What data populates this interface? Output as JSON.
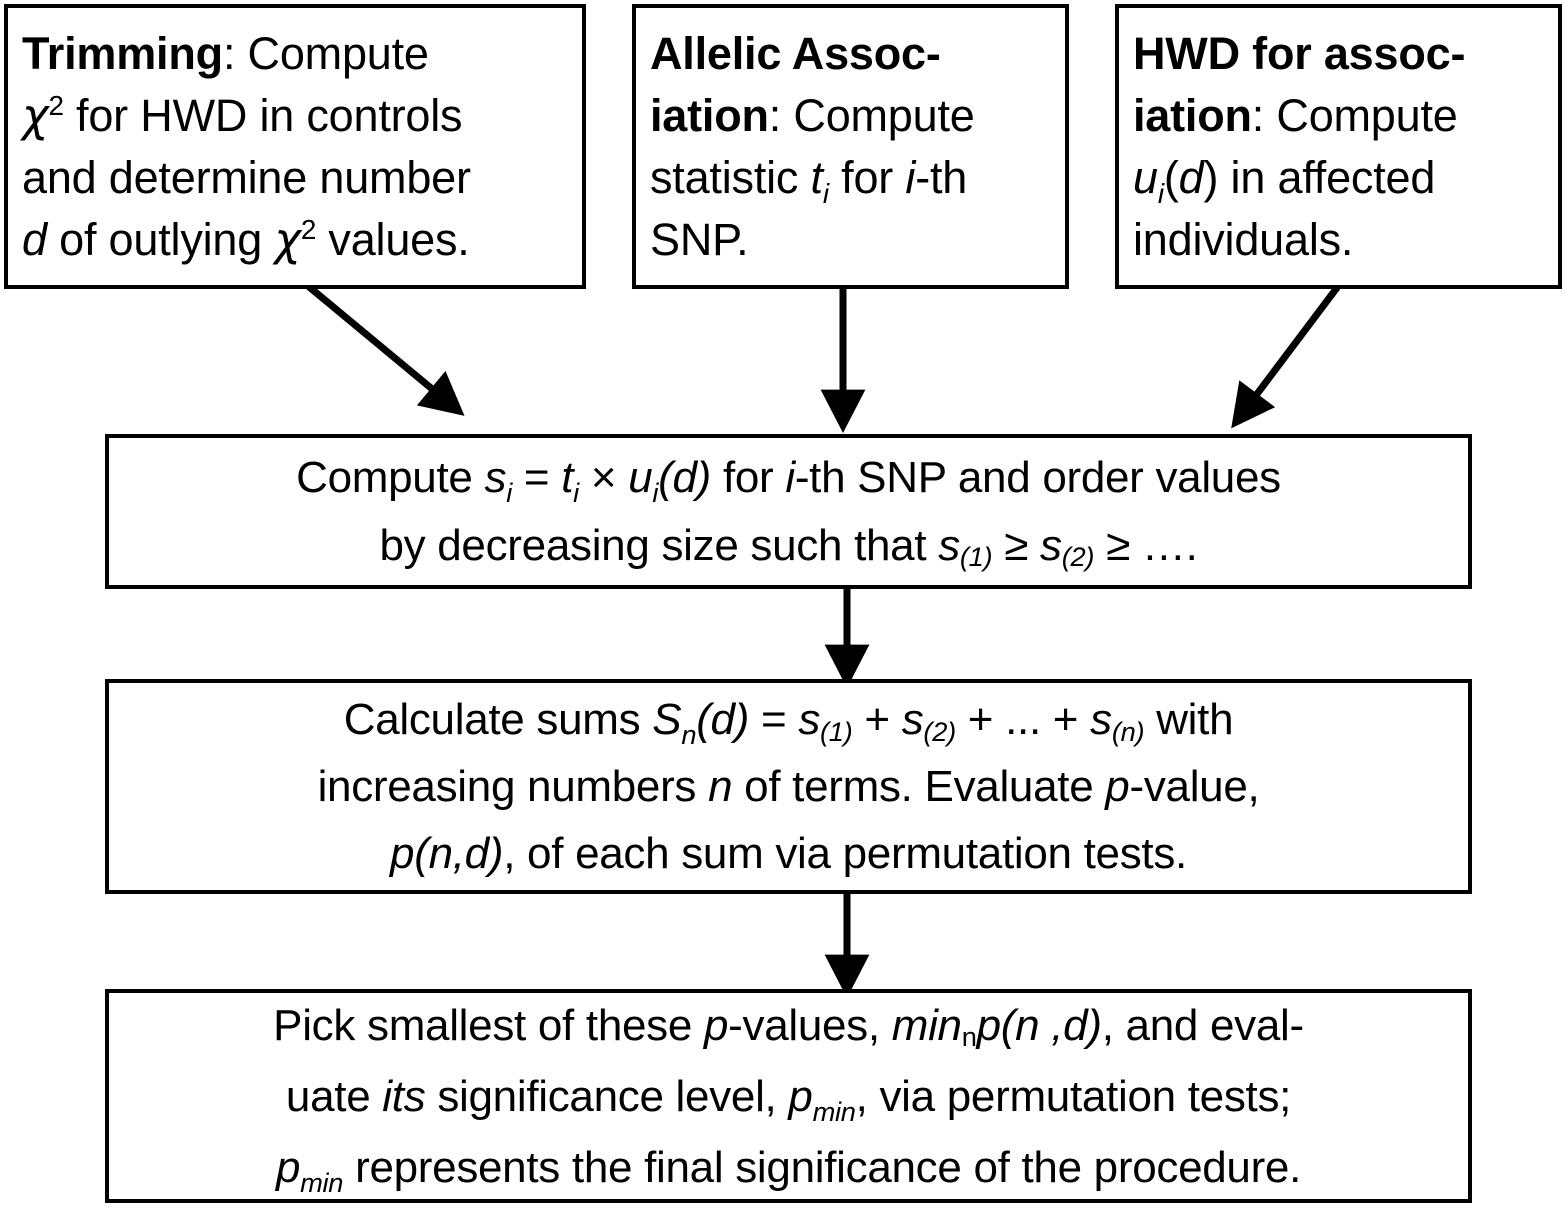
{
  "diagram": {
    "type": "flowchart",
    "title_present": false,
    "background_color": "#ffffff",
    "line_color": "#000000",
    "boxes": [
      {
        "id": "trimming",
        "heading": "Trimming",
        "lines": [
          "Trimming: Compute",
          "χ² for HWD in controls",
          "and determine number",
          "d of outlying χ² values."
        ]
      },
      {
        "id": "allelic-association",
        "heading": "Allelic Assoc-iation",
        "lines": [
          "Allelic Assoc-",
          "iation: Compute",
          "statistic tᵢ for i-th",
          "SNP."
        ]
      },
      {
        "id": "hwd-for-association",
        "heading": "HWD for assoc-iation",
        "lines": [
          "HWD for assoc-",
          "iation: Compute",
          "uᵢ(d) in affected",
          "individuals."
        ]
      },
      {
        "id": "compute-s",
        "lines": [
          "Compute sᵢ = tᵢ × uᵢ(d) for i-th SNP and order values",
          "by decreasing size such that s₍₁₎ ≥ s₍₂₎ ≥ …."
        ]
      },
      {
        "id": "calculate-sums",
        "lines": [
          "Calculate sums Sₙ(d) = s₍₁₎ + s₍₂₎ + … + s₍ₙ₎ with",
          "increasing numbers n of terms. Evaluate p-value,",
          "p(n,d), of each sum via permutation tests."
        ]
      },
      {
        "id": "pick-smallest",
        "lines": [
          "Pick smallest of these p-values, minₙp(n ,d), and eval-",
          "uate its significance level, pₘᵢₙ, via permutation tests;",
          "pₘᵢₙ represents the final significance of the procedure."
        ]
      }
    ],
    "arrows": [
      {
        "id": "trimming-to-compute-s",
        "from": "trimming",
        "to": "compute-s",
        "style": "diagonal-down-right"
      },
      {
        "id": "allelic-to-compute-s",
        "from": "allelic-association",
        "to": "compute-s",
        "style": "vertical-down"
      },
      {
        "id": "hwd-to-compute-s",
        "from": "hwd-for-association",
        "to": "compute-s",
        "style": "diagonal-down-left"
      },
      {
        "id": "compute-s-to-calculate-sums",
        "from": "compute-s",
        "to": "calculate-sums",
        "style": "vertical-down"
      },
      {
        "id": "calculate-sums-to-pick-smallest",
        "from": "calculate-sums",
        "to": "pick-smallest",
        "style": "vertical-down"
      }
    ]
  },
  "box1": {
    "l1_bold": "Trimming",
    "l1_rest": ": Compute",
    "l2_a": " for HWD in controls",
    "l3": "and determine number",
    "l4_a": "d",
    "l4_b": " of outlying ",
    "l4_c": " values.",
    "chi": "χ",
    "two": "2"
  },
  "box2": {
    "l1_bold": "Allelic Assoc-",
    "l2_bold": "iation",
    "l2_rest": ": Compute",
    "l3_a": "statistic ",
    "l3_t": "t",
    "l3_i": "i",
    "l3_b": " for ",
    "l3_ith": "i",
    "l3_c": "-th",
    "l4": "SNP."
  },
  "box3": {
    "l1_bold": "HWD for assoc-",
    "l2_bold": "iation",
    "l2_rest": ": Compute",
    "l3_u": "u",
    "l3_i": "i",
    "l3_paren_open": "(",
    "l3_d": "d",
    "l3_paren_close": ")",
    "l3_rest": " in affected",
    "l4": "individuals."
  },
  "box4": {
    "l1_a": "Compute ",
    "l1_s": "s",
    "l1_si": "i",
    "l1_eq": " = ",
    "l1_t": "t",
    "l1_ti": "i",
    "l1_times": " × ",
    "l1_u": "u",
    "l1_ui": "i",
    "l1_ud": "(d)",
    "l1_b": " for ",
    "l1_ith": "i",
    "l1_c": "-th SNP and order values",
    "l2_a": "by decreasing size such that ",
    "l2_s1": "s",
    "l2_s1sub": "(1)",
    "l2_ge1": " ≥ ",
    "l2_s2": "s",
    "l2_s2sub": "(2)",
    "l2_ge2": " ≥ …."
  },
  "box5": {
    "l1_a": "Calculate sums ",
    "l1_S": "S",
    "l1_Sn": "n",
    "l1_Sd": "(d)",
    "l1_eq": " = ",
    "l1_s1": "s",
    "l1_s1sub": "(1)",
    "l1_plus1": " + ",
    "l1_s2": "s",
    "l1_s2sub": "(2)",
    "l1_plus2": " + ... + ",
    "l1_sn": "s",
    "l1_snsub": "(n)",
    "l1_with": " with",
    "l2_a": "increasing numbers ",
    "l2_n": "n",
    "l2_b": " of terms. Evaluate ",
    "l2_p": "p",
    "l2_c": "-value,",
    "l3_p": "p(n,d)",
    "l3_rest": ", of each sum via permutation tests."
  },
  "box6": {
    "l1_a": "Pick smallest of these ",
    "l1_p": "p",
    "l1_b": "-values, ",
    "l1_min": "min",
    "l1_minn": "n",
    "l1_pnd": "p(n ,d)",
    "l1_c": ", and eval-",
    "l2_a": "uate ",
    "l2_its": "its",
    "l2_b": " significance level, ",
    "l2_p": "p",
    "l2_pmin": "min",
    "l2_c": ", via permutation tests;",
    "l3_p": "p",
    "l3_pmin": "min",
    "l3_rest": " represents the final significance of the procedure."
  }
}
